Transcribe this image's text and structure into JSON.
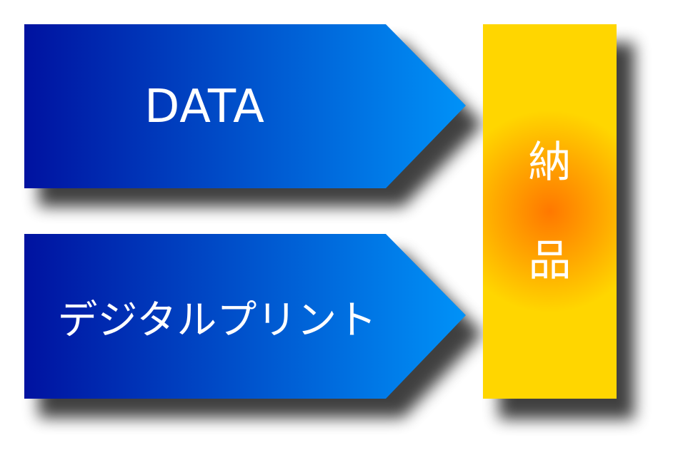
{
  "arrows": [
    {
      "label": "DATA"
    },
    {
      "label": "デジタルプリント"
    }
  ],
  "target": {
    "chars": [
      "納",
      "品"
    ]
  },
  "colors": {
    "arrow_gradient_start": "#0012a0",
    "arrow_gradient_end": "#0092f8",
    "target_outer": "#ffd600",
    "target_center": "#ff7800",
    "text": "#ffffff",
    "shadow": "#000000"
  }
}
